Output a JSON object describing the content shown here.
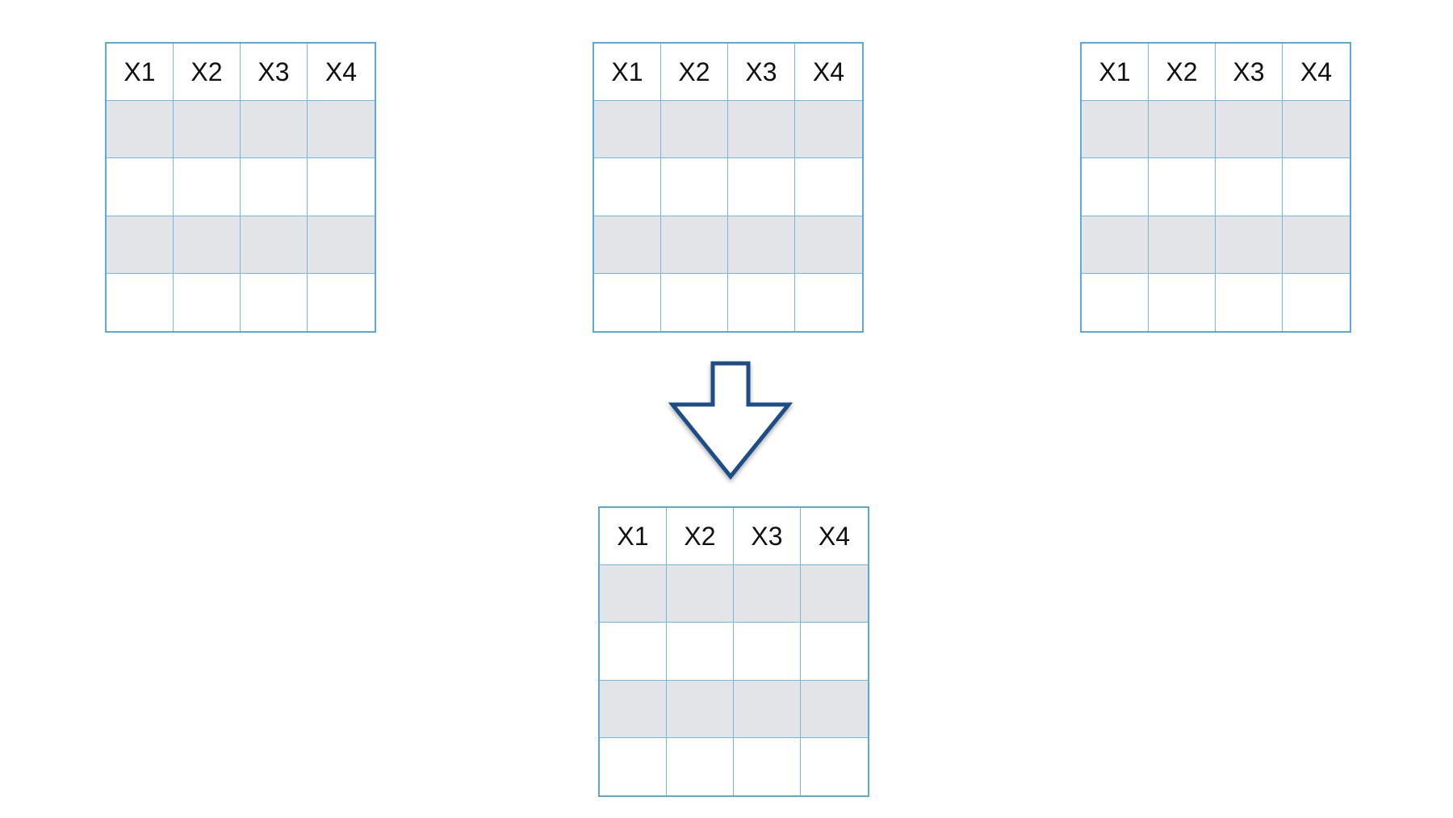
{
  "tables": [
    {
      "id": "top-left",
      "headers": [
        "X1",
        "X2",
        "X3",
        "X4"
      ],
      "row_shading": [
        "shaded",
        "plain",
        "shaded",
        "plain"
      ]
    },
    {
      "id": "top-center",
      "headers": [
        "X1",
        "X2",
        "X3",
        "X4"
      ],
      "row_shading": [
        "shaded",
        "plain",
        "shaded",
        "plain"
      ]
    },
    {
      "id": "top-right",
      "headers": [
        "X1",
        "X2",
        "X3",
        "X4"
      ],
      "row_shading": [
        "shaded",
        "plain",
        "shaded",
        "plain"
      ]
    },
    {
      "id": "bottom",
      "headers": [
        "X1",
        "X2",
        "X3",
        "X4"
      ],
      "row_shading": [
        "shaded",
        "plain",
        "shaded",
        "plain"
      ]
    }
  ],
  "arrow": {
    "direction": "down",
    "icon": "down-arrow-icon"
  },
  "colors": {
    "table_border": "#5aa9d6",
    "shaded_row": "#e3e4e7",
    "arrow_stroke": "#1f4e86",
    "arrow_fill": "#ffffff",
    "header_text": "#111111"
  }
}
